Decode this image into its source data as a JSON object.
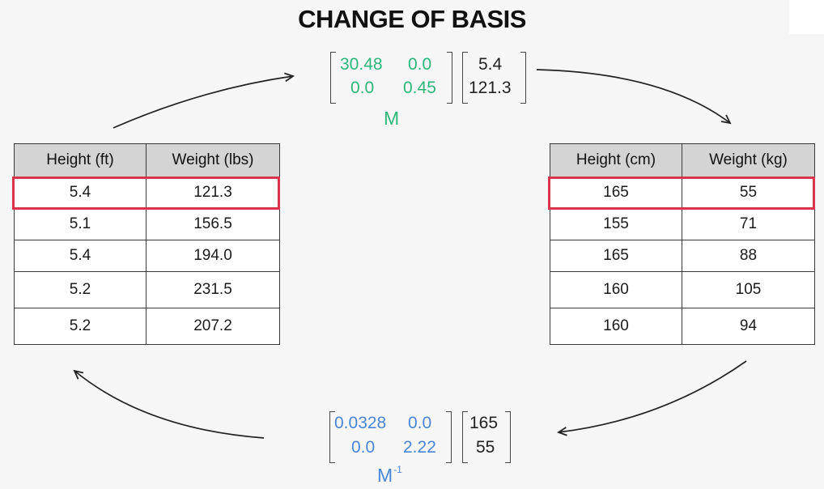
{
  "title": "CHANGE OF BASIS",
  "left_table": {
    "headers": [
      "Height (ft)",
      "Weight (lbs)"
    ],
    "rows": [
      [
        "5.4",
        "121.3"
      ],
      [
        "5.1",
        "156.5"
      ],
      [
        "5.4",
        "194.0"
      ],
      [
        "5.2",
        "231.5"
      ],
      [
        "5.2",
        "207.2"
      ]
    ]
  },
  "right_table": {
    "headers": [
      "Height (cm)",
      "Weight (kg)"
    ],
    "rows": [
      [
        "165",
        "55"
      ],
      [
        "155",
        "71"
      ],
      [
        "165",
        "88"
      ],
      [
        "160",
        "105"
      ],
      [
        "160",
        "94"
      ]
    ]
  },
  "top_equation": {
    "matrix": [
      [
        "30.48",
        "0.0"
      ],
      [
        "0.0",
        "0.45"
      ]
    ],
    "vector": [
      "5.4",
      "121.3"
    ],
    "label": "M"
  },
  "bottom_equation": {
    "matrix": [
      [
        "0.0328",
        "0.0"
      ],
      [
        "0.0",
        "2.22"
      ]
    ],
    "vector": [
      "165",
      "55"
    ],
    "label": "M",
    "label_superscript": "-1"
  },
  "colors": {
    "forward_matrix": "#2db67a",
    "inverse_matrix": "#4a86d6",
    "highlight": "#d8354a"
  }
}
